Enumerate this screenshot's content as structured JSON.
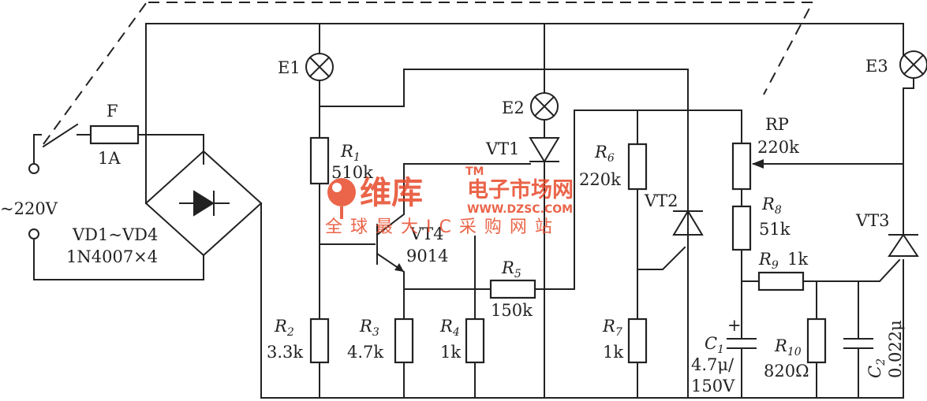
{
  "supply": {
    "voltage": "~220V"
  },
  "fuse": {
    "name": "F",
    "rating": "1A"
  },
  "bridge": {
    "name": "VD1~VD4",
    "part": "1N4007×4"
  },
  "lamps": {
    "e1": "E1",
    "e2": "E2",
    "e3": "E3"
  },
  "thyristors": {
    "vt1": "VT1",
    "vt2": "VT2",
    "vt3": "VT3"
  },
  "transistor": {
    "name": "VT4",
    "part": "9014"
  },
  "resistors": {
    "r1": {
      "name": "R",
      "sub": "1",
      "value": "510k"
    },
    "r2": {
      "name": "R",
      "sub": "2",
      "value": "3.3k"
    },
    "r3": {
      "name": "R",
      "sub": "3",
      "value": "4.7k"
    },
    "r4": {
      "name": "R",
      "sub": "4",
      "value": "1k"
    },
    "r5": {
      "name": "R",
      "sub": "5",
      "value": "150k"
    },
    "r6": {
      "name": "R",
      "sub": "6",
      "value": "220k"
    },
    "r7": {
      "name": "R",
      "sub": "7",
      "value": "1k"
    },
    "r8": {
      "name": "R",
      "sub": "8",
      "value": "51k"
    },
    "r9": {
      "name": "R",
      "sub": "9",
      "value": "1k"
    },
    "r10": {
      "name": "R",
      "sub": "10",
      "value": "820Ω"
    }
  },
  "pot": {
    "name": "RP",
    "value": "220k"
  },
  "capacitors": {
    "c1": {
      "name": "C",
      "sub": "1",
      "value1": "4.7μ/",
      "value2": "150V"
    },
    "c2": {
      "name": "C",
      "sub": "2",
      "value": "0.022μ"
    }
  },
  "watermark": {
    "brand": "维库",
    "tm": "TM",
    "tagline": "电子市场网",
    "url": "WWW.DZSC.COM",
    "slogan": "全球最大IC采购网站"
  }
}
